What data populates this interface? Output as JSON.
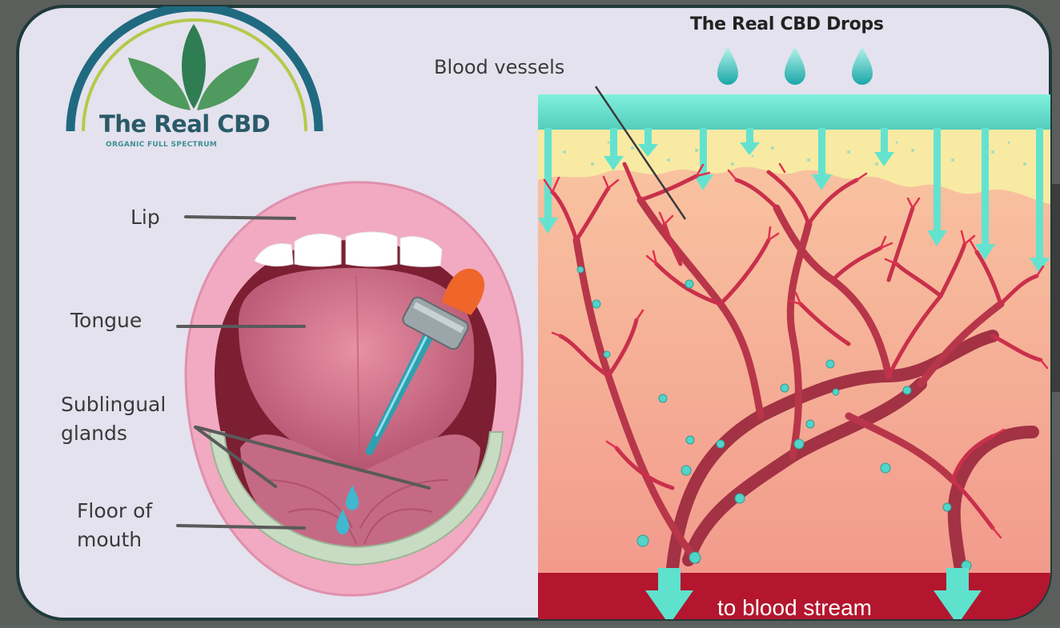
{
  "logo": {
    "name": "The Real CBD",
    "tagline": "ORGANIC FULL SPECTRUM",
    "colors": {
      "arc_outer": "#1f6a80",
      "arc_inner": "#b6c94a",
      "leaf": "#3f8a5a"
    }
  },
  "mouth_labels": {
    "lip": "Lip",
    "tongue": "Tongue",
    "sublingual_line1": "Sublingual",
    "sublingual_line2": "glands",
    "floor_line1": "Floor of",
    "floor_line2": "mouth"
  },
  "right_panel": {
    "title": "The Real CBD Drops",
    "blood_vessels": "Blood vessels",
    "stream": "to blood stream"
  },
  "colors": {
    "panel_bg": "#e4e2ee",
    "tissue": "#f5b49a",
    "mucosa": "#f7eaa0",
    "drop_band": "#6fe3d2",
    "vessel": "#d52b4c",
    "blood": "#b0142c"
  }
}
